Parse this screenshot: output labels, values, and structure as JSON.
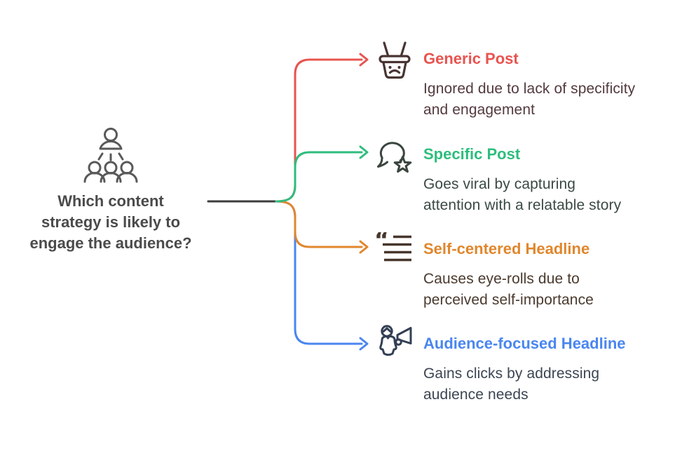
{
  "question": {
    "icon": "audience-presenter-icon",
    "lines": [
      "Which content",
      "strategy is likely to",
      "engage the audience?"
    ],
    "full_text": "Which content strategy is likely to engage the audience?",
    "text_color": "#4b4b4b"
  },
  "connector": {
    "trunk_color": "#3d3d3d"
  },
  "branches": [
    {
      "title": "Generic Post",
      "description": "Ignored due to lack of specificity and engagement",
      "accent_color": "#e8544f",
      "icon": "sad-basket-icon"
    },
    {
      "title": "Specific Post",
      "description": "Goes viral by capturing attention with a relatable story",
      "accent_color": "#2ebd7d",
      "icon": "chat-bubble-star-icon"
    },
    {
      "title": "Self-centered Headline",
      "description": "Causes eye-rolls due to perceived self-importance",
      "accent_color": "#e0872d",
      "icon": "quote-lines-icon"
    },
    {
      "title": "Audience-focused Headline",
      "description": "Gains clicks by addressing audience needs",
      "accent_color": "#4a86f0",
      "icon": "person-megaphone-icon"
    }
  ]
}
